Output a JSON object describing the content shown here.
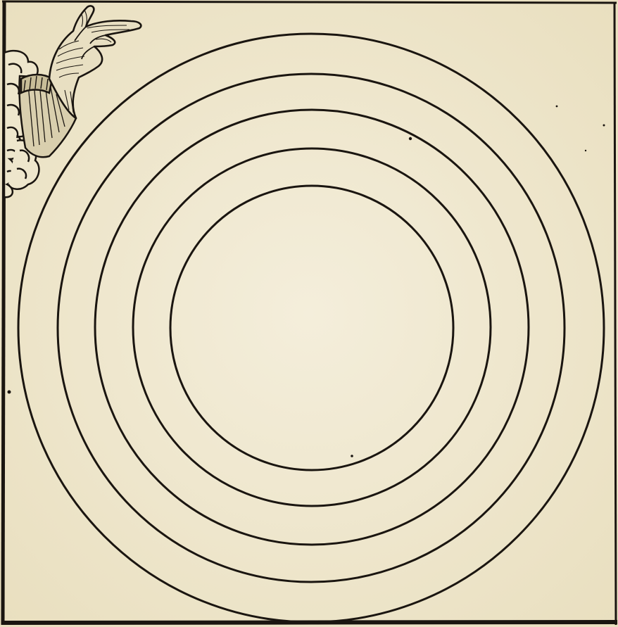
{
  "image": {
    "paper_color": "#f1ead2",
    "ink_color": "#1a1510",
    "elements": {
      "border": "rectangular-frame",
      "rings": "concentric-circles",
      "hand": "divine-hand-icon"
    },
    "ring_count": 5
  }
}
